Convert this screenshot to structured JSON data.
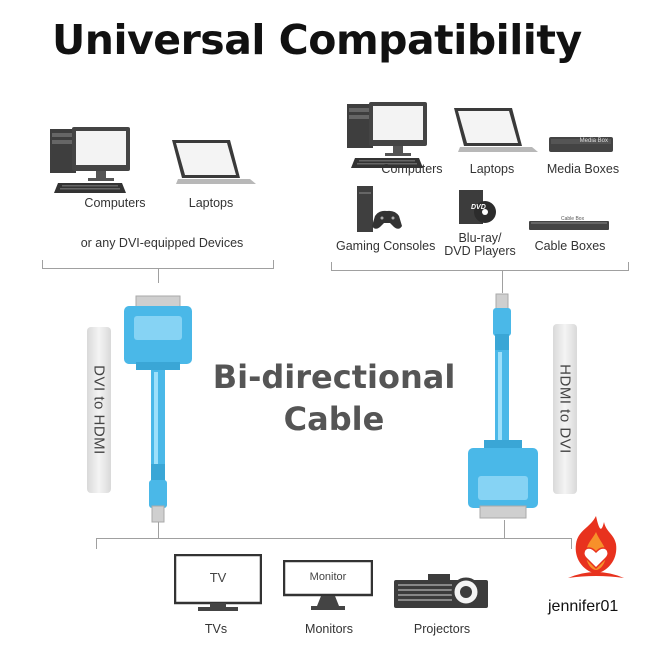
{
  "title": "Universal Compatibility",
  "left_group": {
    "devices": [
      {
        "label": "Computers",
        "icon": "computer-icon"
      },
      {
        "label": "Laptops",
        "icon": "laptop-icon"
      }
    ],
    "caption": "or any DVI-equipped Devices"
  },
  "right_group": {
    "devices": [
      {
        "label": "Computers",
        "icon": "computer-icon"
      },
      {
        "label": "Laptops",
        "icon": "laptop-icon"
      },
      {
        "label": "Media Boxes",
        "icon": "media-box-icon",
        "device_text": "Media Box"
      },
      {
        "label": "Gaming Consoles",
        "icon": "gaming-console-icon"
      },
      {
        "label_line1": "Blu-ray/",
        "label_line2": "DVD Players",
        "icon": "bluray-player-icon",
        "device_text": "DVD"
      },
      {
        "label": "Cable Boxes",
        "icon": "cable-box-icon",
        "device_text": "Cable Box"
      }
    ]
  },
  "center": {
    "line1": "Bi-directional",
    "line2": "Cable"
  },
  "side_labels": {
    "left": "DVI to HDMI",
    "right": "HDMI to DVI"
  },
  "bottom_group": {
    "devices": [
      {
        "label": "TVs",
        "icon": "tv-icon",
        "screen_text": "TV"
      },
      {
        "label": "Monitors",
        "icon": "monitor-icon",
        "screen_text": "Monitor"
      },
      {
        "label": "Projectors",
        "icon": "projector-icon"
      }
    ]
  },
  "watermark": "jennifer01",
  "colors": {
    "cable_blue": "#4ab8e8",
    "connector_gray": "#cfcfcf",
    "device_dark": "#4a4a4a",
    "flame_red": "#e8321e"
  }
}
